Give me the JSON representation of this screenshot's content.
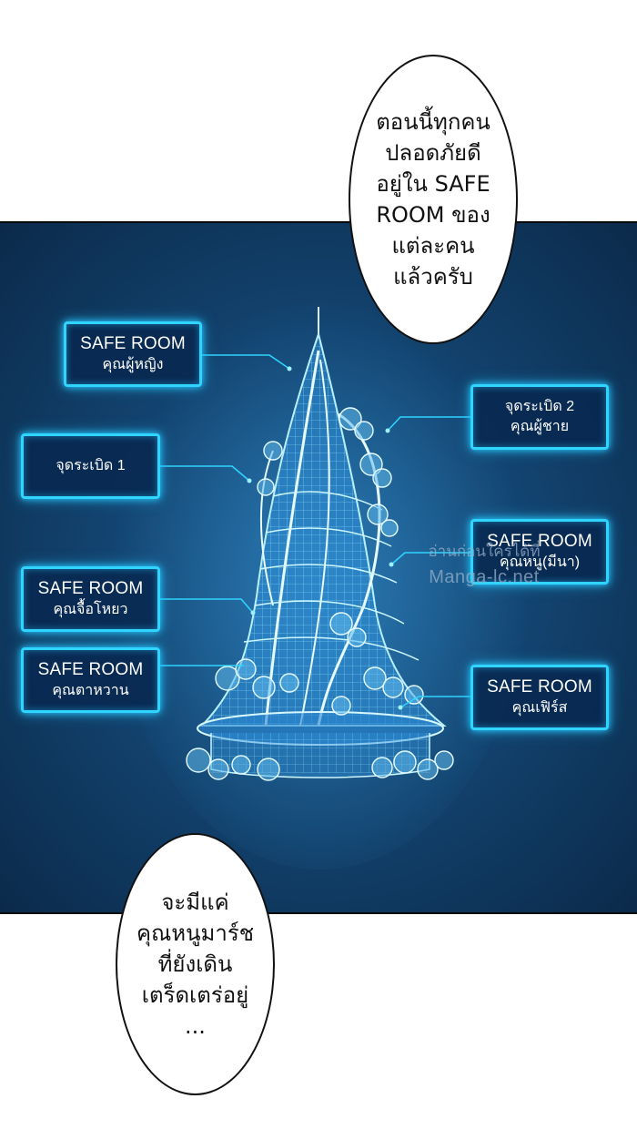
{
  "bubbles": {
    "top": {
      "lines": [
        "ตอนนี้ทุกคน",
        "ปลอดภัยดี",
        "อยู่ใน SAFE",
        "ROOM ของ",
        "แต่ละคน",
        "แล้วครับ"
      ]
    },
    "bottom": {
      "lines": [
        "จะมีแค่",
        "คุณหนูมาร์ช",
        "ที่ยังเดิน",
        "เตร็ดเตร่อยู่",
        "..."
      ]
    }
  },
  "labels": [
    {
      "id": "safe-room-young-lady",
      "line1": "SAFE ROOM",
      "line2": "คุณผู้หญิง"
    },
    {
      "id": "blast-point-1",
      "line1": "จุดระเบิด 1",
      "line2": ""
    },
    {
      "id": "safe-room-jo-yao",
      "line1": "SAFE ROOM",
      "line2": "คุณจื้อโหยว"
    },
    {
      "id": "safe-room-ta-wan",
      "line1": "SAFE ROOM",
      "line2": "คุณตาหวาน"
    },
    {
      "id": "blast-point-2",
      "line1": "จุดระเบิด 2",
      "line2": "คุณผู้ชาย"
    },
    {
      "id": "safe-room-mina",
      "line1": "SAFE ROOM",
      "line2": "คุณหนู(มีนา)"
    },
    {
      "id": "safe-room-fears",
      "line1": "SAFE ROOM",
      "line2": "คุณเฟิร์ส"
    }
  ],
  "watermark": {
    "line1": "อ่านก่อนใครได้ที่",
    "line2": "Manga-lc.net"
  },
  "colors": {
    "panel_bg": "#134572",
    "hologram": "#2fd4ff",
    "bubble_bg": "#ffffff"
  }
}
